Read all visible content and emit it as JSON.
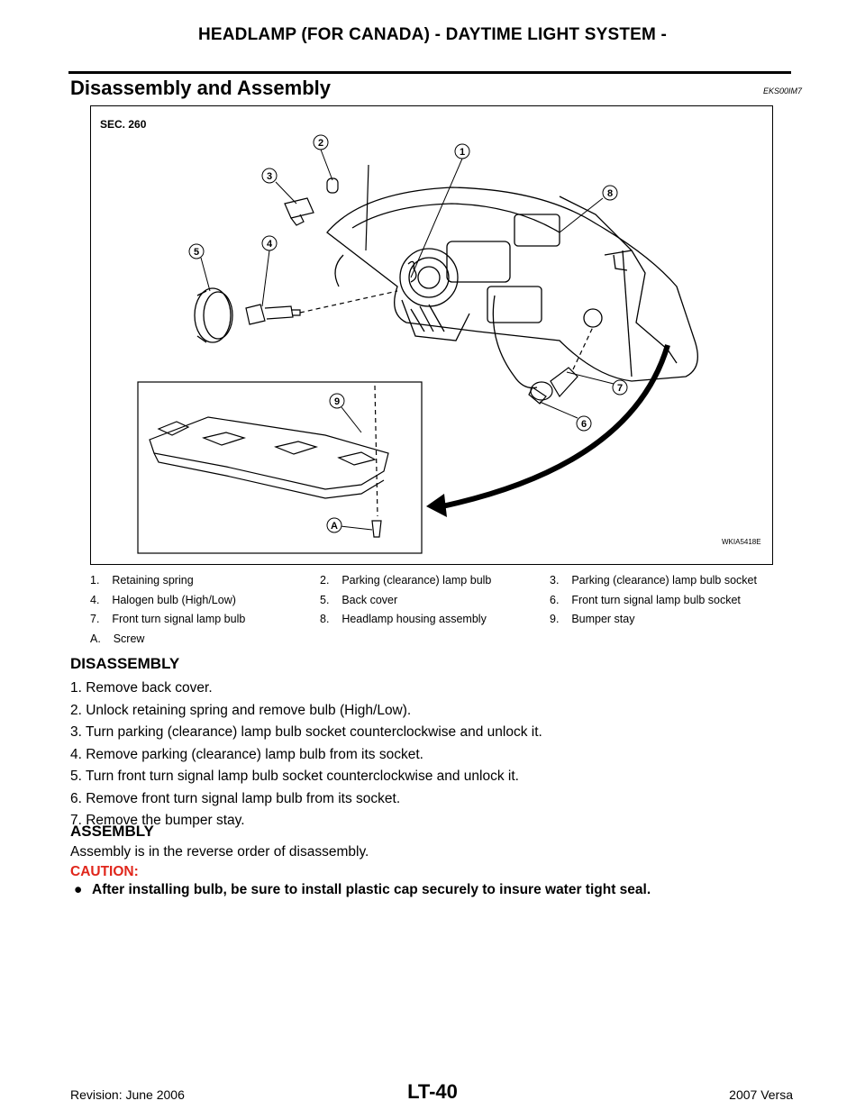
{
  "header": {
    "title": "HEADLAMP (FOR CANADA) - DAYTIME LIGHT SYSTEM -"
  },
  "section": {
    "title": "Disassembly and Assembly",
    "code": "EKS00IM7"
  },
  "figure": {
    "sec_label": "SEC. 260",
    "figure_code": "WKIA5418E",
    "callouts": [
      "1",
      "2",
      "3",
      "4",
      "5",
      "6",
      "7",
      "8",
      "9",
      "A"
    ]
  },
  "legend": [
    [
      "1.    Retaining spring",
      "2.    Parking (clearance) lamp bulb",
      "3.    Parking (clearance) lamp bulb socket"
    ],
    [
      "4.    Halogen bulb (High/Low)",
      "5.    Back cover",
      "6.    Front turn signal lamp bulb socket"
    ],
    [
      "7.    Front turn signal lamp bulb",
      "8.    Headlamp housing assembly",
      "9.    Bumper stay"
    ],
    [
      "A.    Screw",
      "",
      ""
    ]
  ],
  "disassembly": {
    "heading": "DISASSEMBLY",
    "steps": [
      "1.   Remove back cover.",
      "2.   Unlock retaining spring and remove bulb (High/Low).",
      "3.   Turn parking (clearance) lamp bulb socket counterclockwise and unlock it.",
      "4.   Remove parking (clearance) lamp bulb from its socket.",
      "5.   Turn front turn signal lamp bulb socket counterclockwise and unlock it.",
      "6.   Remove front turn signal lamp bulb from its socket.",
      "7.   Remove the bumper stay."
    ]
  },
  "assembly": {
    "heading": "ASSEMBLY",
    "text": "Assembly is in the reverse order of disassembly.",
    "caution_label": "CAUTION:",
    "caution_bullet": "●",
    "caution_text": "After installing bulb, be sure to install plastic cap securely to insure water tight seal."
  },
  "footer": {
    "revision": "Revision: June 2006",
    "page": "LT-40",
    "model": "2007 Versa"
  },
  "colors": {
    "caution": "#e0261b",
    "text": "#000000"
  }
}
